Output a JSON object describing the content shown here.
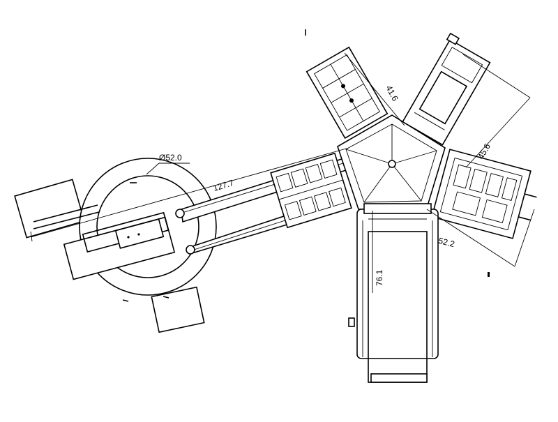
{
  "dimensions": {
    "dia_outer": "Ø52.0",
    "length_arm": "127.7",
    "top_left_arm": "41.6",
    "top_right_arm": "45.6",
    "right_arm": "52.2",
    "bottom_arm": "76.1"
  },
  "colors": {
    "line": "#000000",
    "background": "#ffffff"
  }
}
